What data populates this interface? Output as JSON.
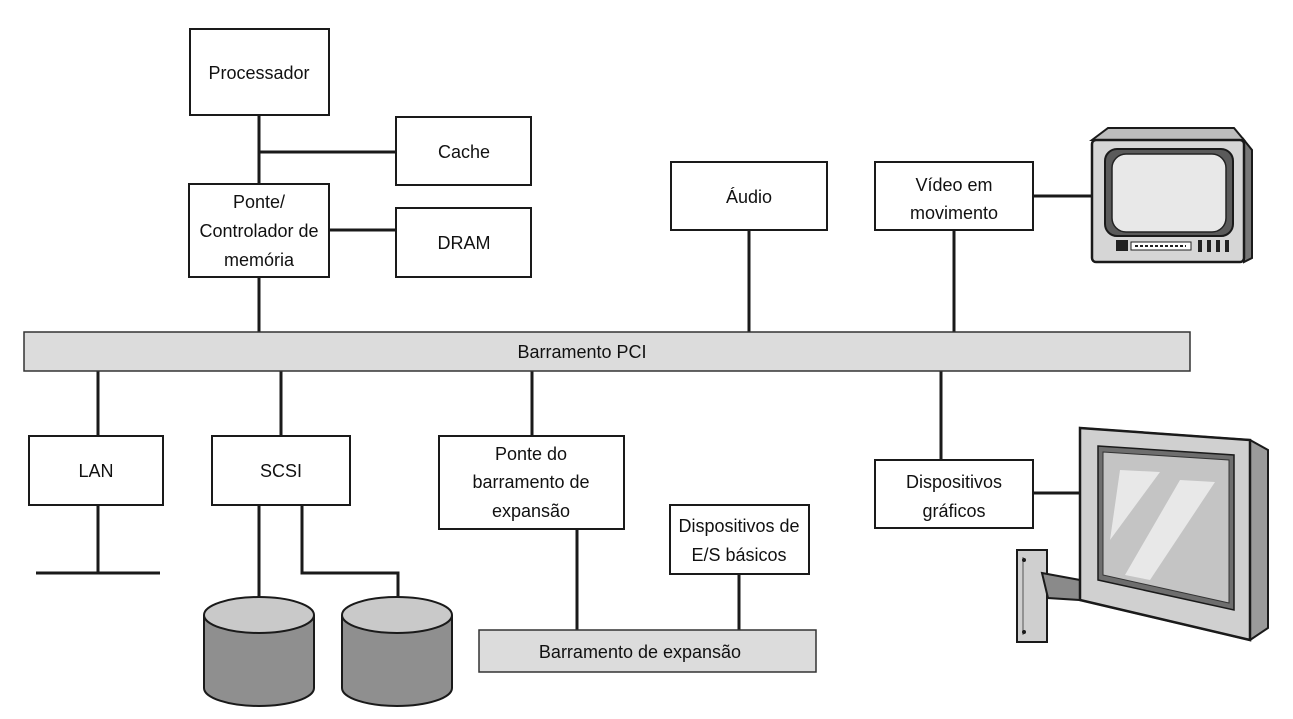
{
  "boxes": {
    "processor": "Processador",
    "cache": "Cache",
    "bridge": [
      "Ponte/",
      "Controlador de",
      "memória"
    ],
    "dram": "DRAM",
    "audio": "Áudio",
    "video": [
      "Vídeo em",
      "movimento"
    ],
    "lan": "LAN",
    "scsi": "SCSI",
    "expansion_bridge": [
      "Ponte do",
      "barramento de",
      "expansão"
    ],
    "basic_io": [
      "Dispositivos de",
      "E/S  básicos"
    ],
    "graphics": [
      "Dispositivos",
      "gráficos"
    ]
  },
  "buses": {
    "pci": "Barramento PCI",
    "expansion": "Barramento de expansão"
  },
  "icons": {
    "crt": "crt-television-icon",
    "flat_panel": "wall-mounted-flat-panel-monitor-icon",
    "disk": "disk-drive-cylinder-icon"
  }
}
